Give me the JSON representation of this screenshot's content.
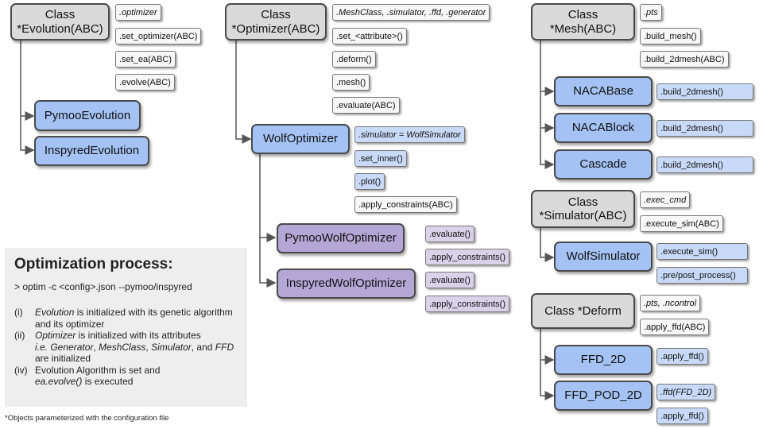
{
  "evolution": {
    "class_line1": "Class",
    "class_line2": "*Evolution(ABC)",
    "tags": [
      ".optimizer",
      ".set_optimizer(ABC)",
      ".set_ea(ABC)",
      ".evolve(ABC)"
    ],
    "children": [
      "PymooEvolution",
      "InspyredEvolution"
    ]
  },
  "optimizer": {
    "class_line1": "Class",
    "class_line2": "*Optimizer(ABC)",
    "tags": [
      ".MeshClass, .simulator, .ffd, .generator",
      ".set_<attribute>()",
      ".deform()",
      ".mesh()",
      ".evaluate(ABC)"
    ],
    "wolf": {
      "label": "WolfOptimizer",
      "tags": [
        ".simulator = WolfSimulator",
        ".set_inner()",
        ".plot()",
        ".apply_constraints(ABC)"
      ]
    },
    "pymoo_wolf": {
      "label": "PymooWolfOptimizer",
      "tags": [
        ".evaluate()",
        ".apply_constraints()"
      ]
    },
    "inspyred_wolf": {
      "label": "InspyredWolfOptimizer",
      "tags": [
        ".evaluate()",
        ".apply_constraints()"
      ]
    }
  },
  "mesh": {
    "class_line1": "Class",
    "class_line2": "*Mesh(ABC)",
    "tags": [
      ".pts",
      ".build_mesh()",
      ".build_2dmesh(ABC)"
    ],
    "children": [
      {
        "label": "NACABase",
        "tag": ".build_2dmesh()"
      },
      {
        "label": "NACABlock",
        "tag": ".build_2dmesh()"
      },
      {
        "label": "Cascade",
        "tag": ".build_2dmesh()"
      }
    ]
  },
  "simulator": {
    "class_line1": "Class",
    "class_line2": "*Simulator(ABC)",
    "tags": [
      ".exec_cmd",
      ".execute_sim(ABC)"
    ],
    "child": {
      "label": "WolfSimulator",
      "tags": [
        ".execute_sim()",
        ".pre/post_process()"
      ]
    }
  },
  "deform": {
    "class_label": "Class *Deform",
    "tags": [
      ".pts, .ncontrol",
      ".apply_ffd(ABC)"
    ],
    "children": [
      {
        "label": "FFD_2D",
        "tags": [
          ".apply_ffd()"
        ]
      },
      {
        "label": "FFD_POD_2D",
        "tags": [
          ".ffd(FFD_2D)",
          ".apply_ffd()"
        ]
      }
    ]
  },
  "process": {
    "title": "Optimization process:",
    "command": "> optim -c <config>.json --pymoo/inspyred",
    "steps": [
      {
        "num": "(i)",
        "em": "Evolution",
        "text": " is initialized with its genetic algorithm and its optimizer"
      },
      {
        "num": "(ii)",
        "em": "Optimizer",
        "text": " is initialized with its attributes",
        "line2_em1": "i.e. Generator",
        "line2_sep1": ", ",
        "line2_em2": "MeshClass",
        "line2_sep2": ", ",
        "line2_em3": "Simulator",
        "line2_sep3": ", and ",
        "line2_em4": "FFD",
        "line2_tail": " are initialized"
      },
      {
        "num": "(iv)",
        "text": "Evolution Algorithm is set and",
        "line2_em": "ea.evolve()",
        "line2_tail": " is executed"
      }
    ]
  },
  "footnote": "*Objects parameterized with the configuration file",
  "colors": {
    "base": "#dadada",
    "blue": "#a4c2f4",
    "purple": "#b4a7d6",
    "line": "#4a4a4a"
  }
}
